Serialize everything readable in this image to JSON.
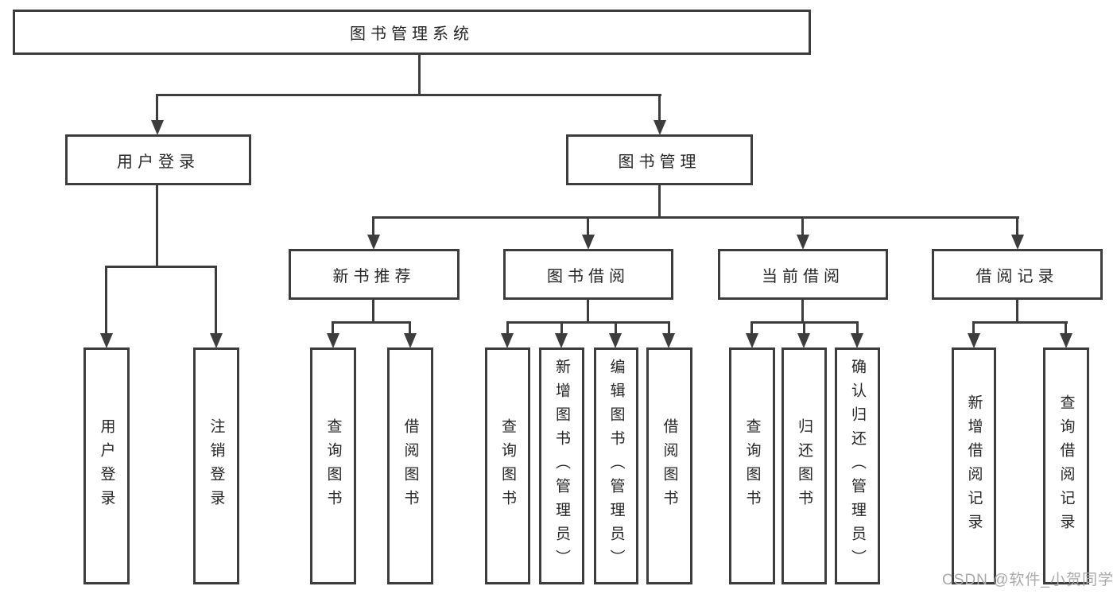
{
  "tree": {
    "root": {
      "label": "图书管理系统",
      "children": [
        {
          "label": "用户登录",
          "children": [
            {
              "label": "用户登录"
            },
            {
              "label": "注销登录"
            }
          ]
        },
        {
          "label": "图书管理",
          "children": [
            {
              "label": "新书推荐",
              "children": [
                {
                  "label": "查询图书"
                },
                {
                  "label": "借阅图书"
                }
              ]
            },
            {
              "label": "图书借阅",
              "children": [
                {
                  "label": "查询图书"
                },
                {
                  "label": "新增图书（管理员）"
                },
                {
                  "label": "编辑图书（管理员）"
                },
                {
                  "label": "借阅图书"
                }
              ]
            },
            {
              "label": "当前借阅",
              "children": [
                {
                  "label": "查询图书"
                },
                {
                  "label": "归还图书"
                },
                {
                  "label": "确认归还（管理员）"
                }
              ]
            },
            {
              "label": "借阅记录",
              "children": [
                {
                  "label": "新增借阅记录"
                },
                {
                  "label": "查询借阅记录"
                }
              ]
            }
          ]
        }
      ]
    }
  },
  "watermark": {
    "text": "CSDN @软件_小贺同学"
  },
  "colors": {
    "line": "#3d3d3d",
    "box_border": "#3d3d3d",
    "text": "#262626",
    "watermark": "#a9a9a9",
    "background": "#ffffff"
  }
}
